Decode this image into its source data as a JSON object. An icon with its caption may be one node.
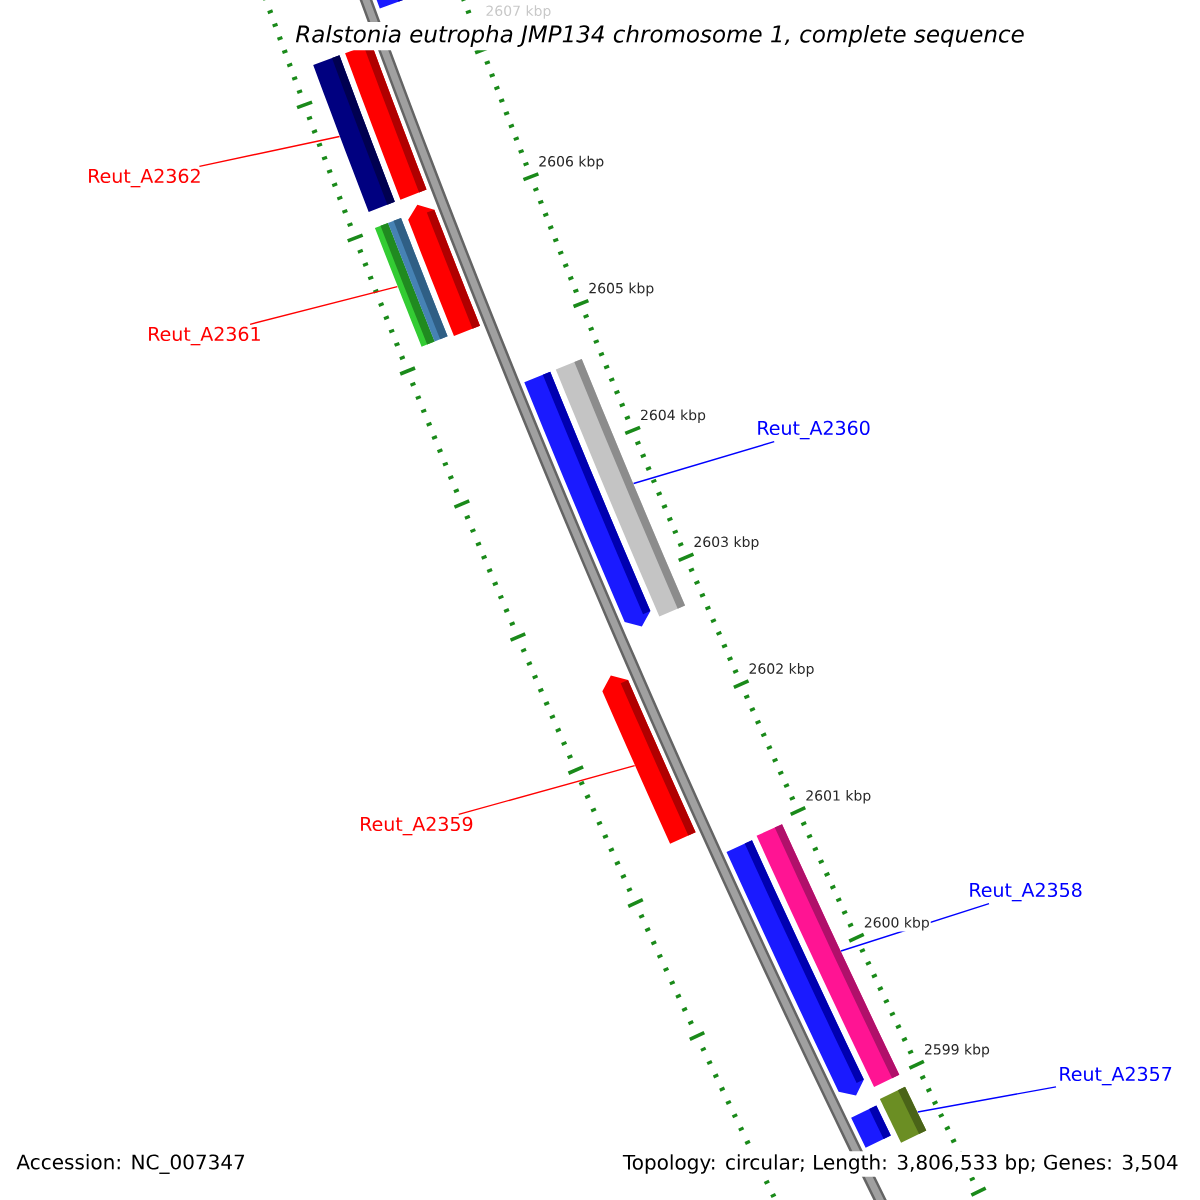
{
  "diagram": {
    "title": "Ralstonia eutropha JMP134 chromosome 1, complete sequence",
    "nodes": [
      {
        "text": [],
        "shape": "bar"
      },
      {
        "text": [],
        "shape": "bar"
      },
      {
        "text": [],
        "shape": "bar"
      },
      {
        "text": [],
        "shape": "bar"
      },
      {
        "text": [],
        "shape": "bar"
      },
      {
        "text": [],
        "shape": "bar"
      },
      {
        "text": [],
        "shape": "bar"
      },
      {
        "text": [],
        "shape": "bar"
      },
      {
        "text": [],
        "shape": "bar"
      },
      {
        "text": [],
        "shape": "bar"
      },
      {
        "text": [],
        "shape": "bar"
      },
      {
        "text": [],
        "shape": "bar"
      },
      {
        "text": [],
        "shape": "bar"
      },
      {
        "text": [
          "Reut_A2362"
        ]
      },
      {
        "text": [
          "Reut_A2361"
        ]
      },
      {
        "text": [
          "Reut_A2360"
        ]
      },
      {
        "text": [
          "Reut_A2359"
        ]
      },
      {
        "text": [
          "Reut_A2358"
        ]
      },
      {
        "text": [
          "Reut_A2357"
        ]
      }
    ],
    "edges": [
      {
        "from": 13,
        "to": 2,
        "arrow": "none",
        "color": "#ff0000"
      },
      {
        "from": 14,
        "to": 4,
        "arrow": "none",
        "color": "#ff0000"
      },
      {
        "from": 15,
        "to": 7,
        "arrow": "none",
        "color": "#0000ff"
      },
      {
        "from": 16,
        "to": 8,
        "arrow": "none",
        "color": "#ff0000"
      },
      {
        "from": 17,
        "to": 10,
        "arrow": "none",
        "color": "#0000ff"
      },
      {
        "from": 18,
        "to": 12,
        "arrow": "none",
        "color": "#0000ff"
      }
    ],
    "labels": [
      "2607 kbp",
      "2606 kbp",
      "2605 kbp",
      "2604 kbp",
      "2603 kbp",
      "2602 kbp",
      "2601 kbp",
      "2600 kbp",
      "2599 kbp",
      "Accession: NC_007347",
      "Topology: circular; Length: 3,806,533 bp; Genes: 3,504"
    ]
  }
}
